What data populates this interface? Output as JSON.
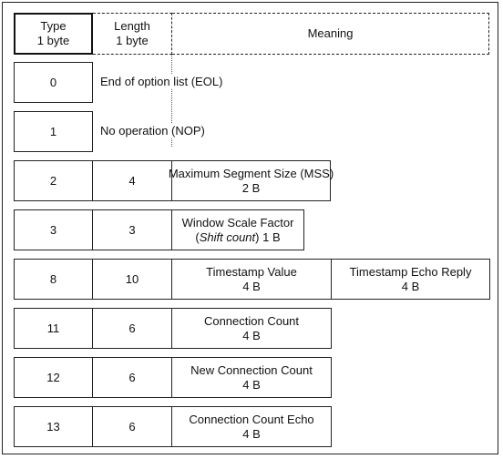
{
  "header": {
    "type_line1": "Type",
    "type_line2": "1 byte",
    "length_line1": "Length",
    "length_line2": "1 byte",
    "meaning": "Meaning"
  },
  "rows": [
    {
      "type": "0",
      "meaning": "End of option list (EOL)"
    },
    {
      "type": "1",
      "meaning": "No operation (NOP)"
    },
    {
      "type": "2",
      "length": "4",
      "meaning_line1": "Maximum Segment Size (MSS)",
      "meaning_line2": "2 B"
    },
    {
      "type": "3",
      "length": "3",
      "meaning_line1": "Window Scale Factor",
      "meaning_italic": "Shift count",
      "meaning_suffix": " 1 B"
    },
    {
      "type": "8",
      "length": "10",
      "field1_line1": "Timestamp Value",
      "field1_line2": "4 B",
      "field2_line1": "Timestamp Echo Reply",
      "field2_line2": "4 B"
    },
    {
      "type": "11",
      "length": "6",
      "meaning_line1": "Connection Count",
      "meaning_line2": "4 B"
    },
    {
      "type": "12",
      "length": "6",
      "meaning_line1": "New Connection Count",
      "meaning_line2": "4 B"
    },
    {
      "type": "13",
      "length": "6",
      "meaning_line1": "Connection Count Echo",
      "meaning_line2": "4 B"
    }
  ]
}
